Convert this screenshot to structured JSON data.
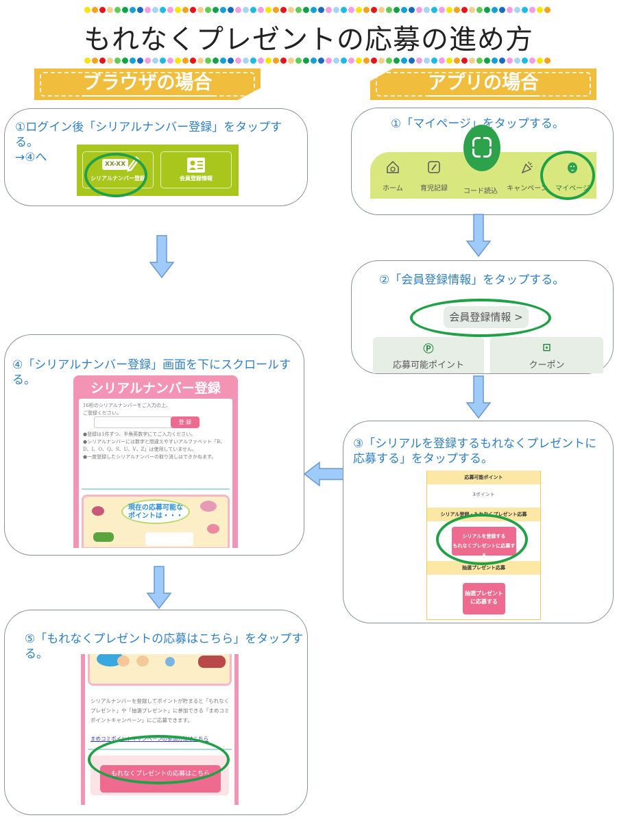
{
  "header": {
    "title": "もれなくプレゼントの応募の進め方",
    "dot_colors": [
      "#f7e400",
      "#f4a21e",
      "#e4141e",
      "#f3cf8a",
      "#5dce4f",
      "#13a04a",
      "#12a0d8",
      "#1a6bbf",
      "#f39de0",
      "#a7d4f5",
      "#1bb9e6",
      "#f49de6"
    ]
  },
  "sections": {
    "browser_label": "ブラウザの場合",
    "app_label": "アプリの場合"
  },
  "colors": {
    "step_text": "#2f7fc2",
    "highlight_ring": "#22a048",
    "arrow_fill": "#9fcbfa",
    "arrow_stroke": "#6a98d0",
    "tag_fill": "#f0bd3c"
  },
  "browser_step1": {
    "title": "①ログイン後「シリアルナンバー登録」をタップする。\n →④へ",
    "serial_icon_text": "XX-XX",
    "serial_button_label": "シリアルナンバー登録",
    "member_button_label": "会員登録情報"
  },
  "app_step1": {
    "title": "①「マイページ」をタップする。",
    "tabs": [
      {
        "label": "ホーム",
        "icon": "home-icon"
      },
      {
        "label": "育児記録",
        "icon": "pencil-icon"
      },
      {
        "label": "コード読込",
        "icon": "scan-icon"
      },
      {
        "label": "キャンペーン",
        "icon": "party-popper-icon"
      },
      {
        "label": "マイページ",
        "icon": "mypage-face-icon"
      }
    ]
  },
  "app_step2": {
    "title": "②「会員登録情報」をタップする。",
    "member_info_button": "会員登録情報 >",
    "grid": [
      {
        "label": "応募可能ポイント",
        "icon": "Ⓟ"
      },
      {
        "label": "クーポン",
        "icon": "⊡"
      }
    ]
  },
  "app_step3": {
    "title": "③「シリアルを登録するもれなくプレゼントに\n 応募する」をタップする。",
    "points_header": "応募可能ポイント",
    "points_value": "3ポイント",
    "serial_header": "シリアル登録・もれなくプレゼント応募",
    "serial_button": "シリアルを登録する\nもれなくプレゼントに応募する",
    "lottery_header": "抽選プレゼント応募",
    "lottery_button": "抽選プレゼント\nに応募する"
  },
  "step4": {
    "title": "④「シリアルナンバー登録」画面を下にスクロールする。",
    "panel_title": "シリアルナンバー登録",
    "intro": "16桁のシリアルナンバーをご入力の上、\nご登録ください。",
    "input_placeholder": "",
    "register_button": "登 録",
    "notes": "●登録は1件ずつ、半角英数字にてご入力ください。\n●シリアルナンバーには数字と間違えやすいアルファベット「B、D、I、O、Q、S、U、V、Z」は使用していません。\n●一度登録したシリアルナンバーの取り消しはできかねます。",
    "bubble_text": "現在の応募可能な\nポイントは・・・"
  },
  "step5": {
    "title": "⑤「もれなくプレゼントの応募はこちら」をタップする。",
    "description": "シリアルナンバーを登録してポイントが貯まると「もれなくプレゼント」や「抽選プレゼント」に参加できる「まめコミポイントキャンペーン」にご応募できます。",
    "link_text": "まめコミポイントキャンペーンの参加方法はこちら",
    "apply_button": "もれなくプレゼントの応募はこちら"
  }
}
